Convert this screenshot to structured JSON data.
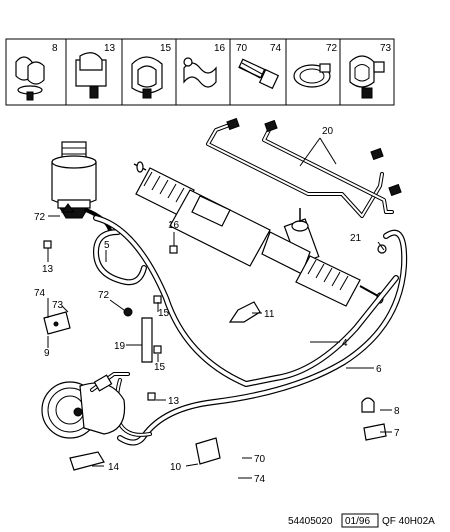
{
  "clip_panel": {
    "items": [
      {
        "ref": "8"
      },
      {
        "ref": "13"
      },
      {
        "ref": "15"
      },
      {
        "ref": "16"
      },
      {
        "ref": "70"
      },
      {
        "ref": "74"
      },
      {
        "ref": "72"
      },
      {
        "ref": "73"
      }
    ]
  },
  "callouts": {
    "c20": "20",
    "c72a": "72",
    "c16": "16",
    "c5": "5",
    "c13a": "13",
    "c21": "21",
    "c74": "74",
    "c73": "73",
    "c72b": "72",
    "c15a": "15",
    "c11": "11",
    "c9": "9",
    "c19": "19",
    "c15b": "15",
    "c4": "4",
    "c6": "6",
    "c13b": "13",
    "c8": "8",
    "c7": "7",
    "c10": "10",
    "c70": "70",
    "c74b": "74",
    "c14": "14"
  },
  "footer": {
    "part_code": "54405020",
    "date_box": "01/96",
    "ref_code": "QF 40H02A"
  }
}
